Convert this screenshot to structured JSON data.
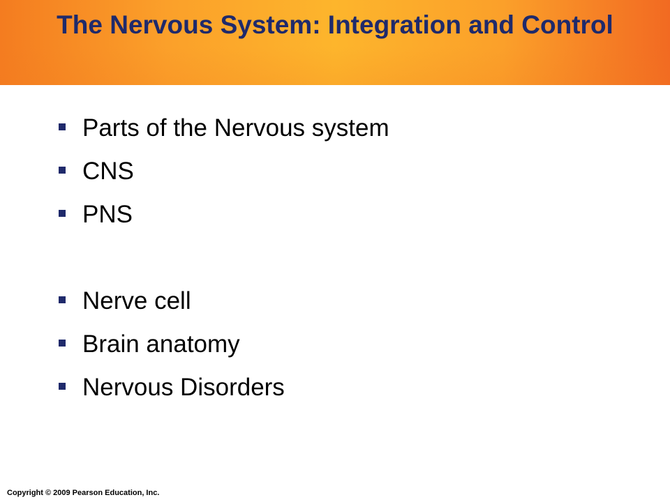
{
  "slide": {
    "title": "The Nervous System: Integration and Control",
    "bullets": [
      "Parts of the Nervous system",
      "CNS",
      "PNS",
      "Nerve cell",
      "Brain anatomy",
      "Nervous Disorders"
    ],
    "copyright": "Copyright © 2009 Pearson Education, Inc."
  },
  "colors": {
    "title_text": "#1f2a6b",
    "bullet_marker": "#1f2a6b",
    "banner_orange": "#f47c20",
    "banner_yellow": "#fdb52c"
  },
  "icons": {
    "bullet": "square-bullet-icon"
  }
}
